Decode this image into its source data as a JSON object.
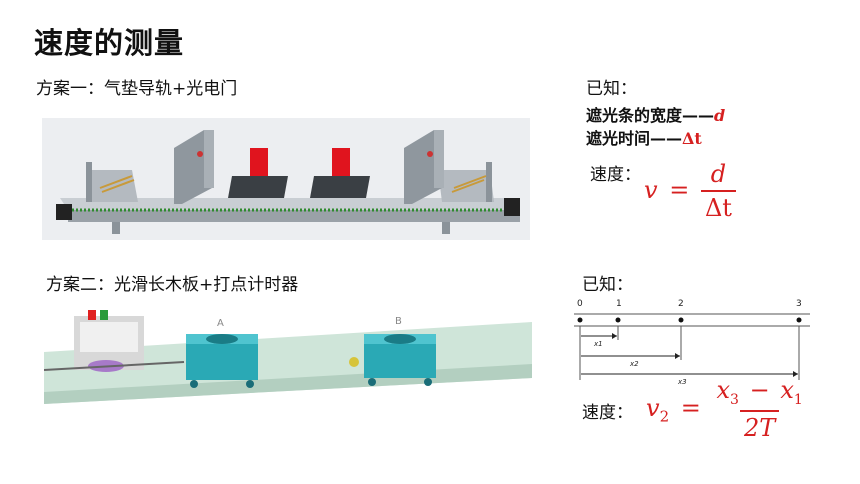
{
  "title": "速度的测量",
  "plan1": {
    "label": "方案一：气垫导轨+光电门",
    "known_label": "已知：",
    "known_width": "遮光条的宽度——",
    "known_width_sym": "d",
    "known_time": "遮光时间——",
    "known_time_sym": "Δt",
    "speed_label": "速度：",
    "formula": {
      "lhs": "v",
      "eq": "=",
      "num": "d",
      "den": "Δt"
    }
  },
  "plan2": {
    "label": "方案二：光滑长木板+打点计时器",
    "known_label": "已知：",
    "speed_label": "速度：",
    "tape": {
      "tick_labels": [
        "0",
        "1",
        "2",
        "3"
      ],
      "segment_labels": [
        "x1",
        "x2",
        "x3"
      ]
    },
    "photo_labels": [
      "A",
      "B"
    ],
    "formula": {
      "lhs": "v",
      "lhs_sub": "2",
      "eq": "=",
      "num_a": "x",
      "num_a_sub": "3",
      "minus": "−",
      "num_b": "x",
      "num_b_sub": "1",
      "den": "2T"
    }
  },
  "colors": {
    "accent": "#d62020",
    "gate": "#7f8a90",
    "cart": "#2aa9b5",
    "slider_red": "#e0141e"
  }
}
